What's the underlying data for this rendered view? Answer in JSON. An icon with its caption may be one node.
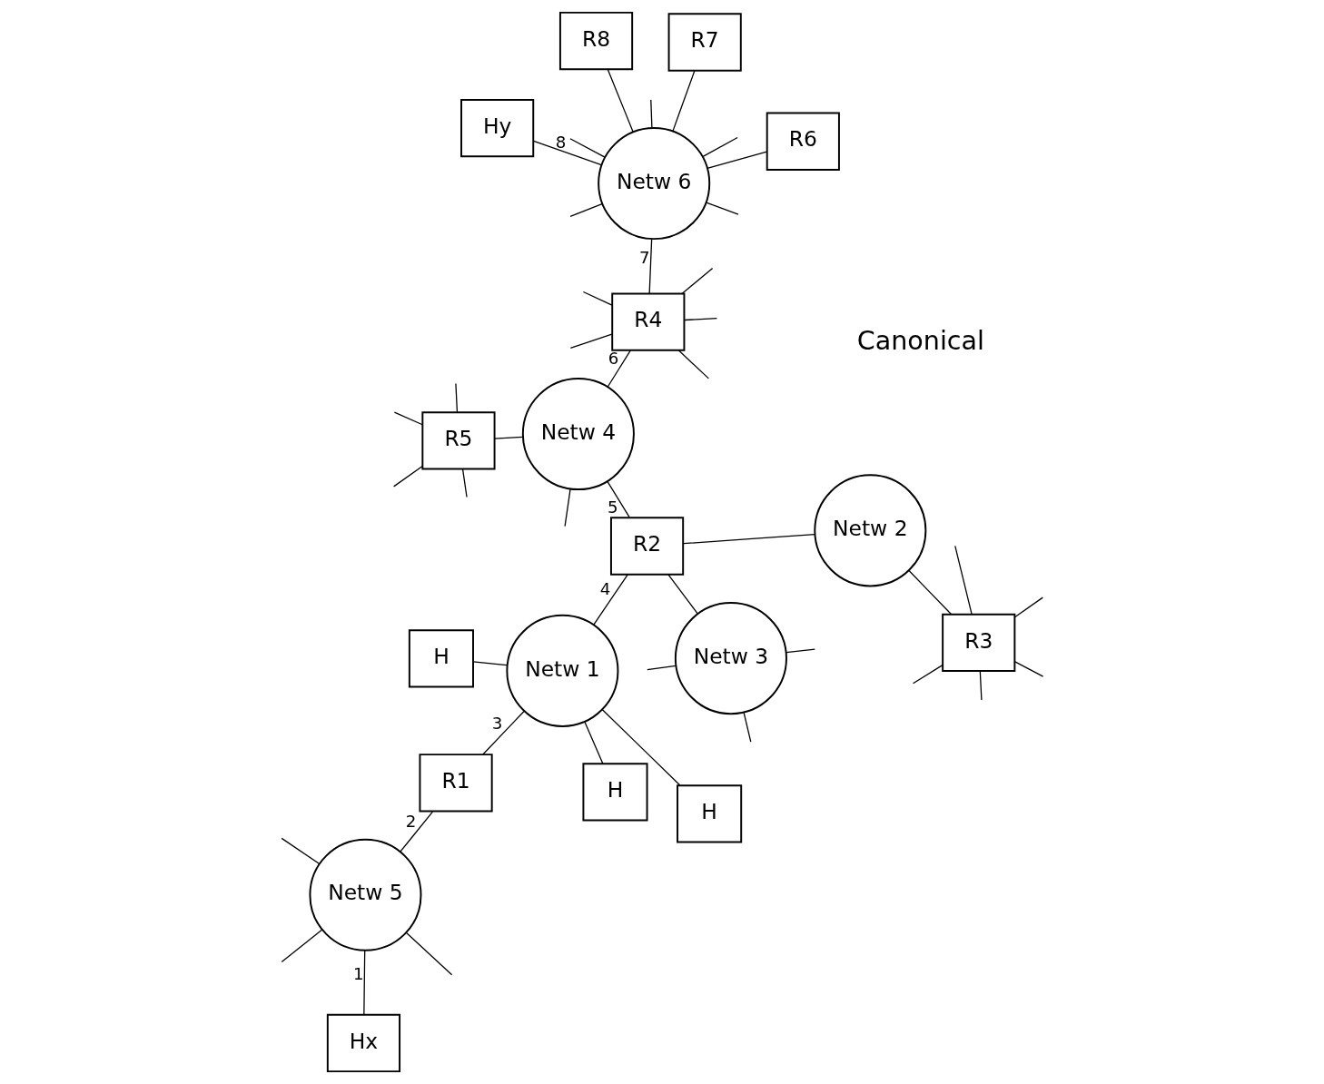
{
  "diagram": {
    "nodes": [
      {
        "text": [
          "Netw 5"
        ]
      },
      {
        "text": [
          "Hx"
        ]
      },
      {
        "text": [
          "R1"
        ]
      },
      {
        "text": [
          "H"
        ]
      },
      {
        "text": [
          "H"
        ]
      },
      {
        "text": [
          "Netw 1"
        ]
      },
      {
        "text": [
          "H"
        ]
      },
      {
        "text": [
          "Netw 2"
        ]
      },
      {
        "text": [
          "R3"
        ]
      },
      {
        "text": [
          "R2"
        ]
      },
      {
        "text": [
          "Netw 3"
        ]
      },
      {
        "text": [
          "Netw 4"
        ]
      },
      {
        "text": [
          "R4"
        ]
      },
      {
        "text": [
          "R6"
        ]
      },
      {
        "text": [
          "R7"
        ]
      },
      {
        "text": [
          "Netw 6"
        ]
      },
      {
        "text": [
          "R5"
        ]
      },
      {
        "text": [
          "R8"
        ]
      },
      {
        "text": [
          "Hy"
        ]
      }
    ],
    "edges": [
      {
        "from": 0,
        "to": 1,
        "arrow": "none",
        "label": "1"
      },
      {
        "from": 2,
        "to": 0,
        "arrow": "none",
        "label": "2"
      },
      {
        "from": 5,
        "to": 2,
        "arrow": "none",
        "label": "3"
      },
      {
        "from": 5,
        "to": 3,
        "arrow": "none"
      },
      {
        "from": 5,
        "to": 4,
        "arrow": "none"
      },
      {
        "from": 5,
        "to": 6,
        "arrow": "none"
      },
      {
        "from": 5,
        "to": 9,
        "arrow": "none",
        "label": "4"
      },
      {
        "from": 7,
        "to": 8,
        "arrow": "none"
      },
      {
        "from": 9,
        "to": 7,
        "arrow": "none"
      },
      {
        "from": 10,
        "to": 9,
        "arrow": "none"
      },
      {
        "from": 9,
        "to": 11,
        "arrow": "none",
        "label": "5"
      },
      {
        "from": 11,
        "to": 12,
        "arrow": "none",
        "label": "6"
      },
      {
        "from": 12,
        "to": 15,
        "arrow": "none",
        "label": "7"
      },
      {
        "from": 11,
        "to": 16,
        "arrow": "none"
      },
      {
        "from": 15,
        "to": 13,
        "arrow": "none"
      },
      {
        "from": 15,
        "to": 14,
        "arrow": "none"
      },
      {
        "from": 15,
        "to": 17,
        "arrow": "none"
      },
      {
        "from": 15,
        "to": 18,
        "arrow": "none",
        "label": "8"
      },
      {
        "from": 0,
        "to": null,
        "arrow": "none"
      },
      {
        "from": 0,
        "to": null,
        "arrow": "none"
      },
      {
        "from": 0,
        "to": null,
        "arrow": "none"
      },
      {
        "from": 8,
        "to": null,
        "arrow": "none"
      },
      {
        "from": 8,
        "to": null,
        "arrow": "none"
      },
      {
        "from": 8,
        "to": null,
        "arrow": "none"
      },
      {
        "from": 8,
        "to": null,
        "arrow": "none"
      },
      {
        "from": 8,
        "to": null,
        "arrow": "none"
      },
      {
        "from": 10,
        "to": null,
        "arrow": "none"
      },
      {
        "from": 10,
        "to": null,
        "arrow": "none"
      },
      {
        "from": 10,
        "to": null,
        "arrow": "none"
      },
      {
        "from": 11,
        "to": null,
        "arrow": "none"
      },
      {
        "from": 12,
        "to": null,
        "arrow": "none"
      },
      {
        "from": 12,
        "to": null,
        "arrow": "none"
      },
      {
        "from": 12,
        "to": null,
        "arrow": "none"
      },
      {
        "from": 12,
        "to": null,
        "arrow": "none"
      },
      {
        "from": 12,
        "to": null,
        "arrow": "none"
      },
      {
        "from": 16,
        "to": null,
        "arrow": "none"
      },
      {
        "from": 16,
        "to": null,
        "arrow": "none"
      },
      {
        "from": 16,
        "to": null,
        "arrow": "none"
      },
      {
        "from": 16,
        "to": null,
        "arrow": "none"
      },
      {
        "from": 15,
        "to": null,
        "arrow": "none"
      },
      {
        "from": 15,
        "to": null,
        "arrow": "none"
      },
      {
        "from": 15,
        "to": null,
        "arrow": "none"
      },
      {
        "from": 15,
        "to": null,
        "arrow": "none"
      },
      {
        "from": 15,
        "to": null,
        "arrow": "none"
      }
    ],
    "labels": [
      "Canonical"
    ]
  }
}
